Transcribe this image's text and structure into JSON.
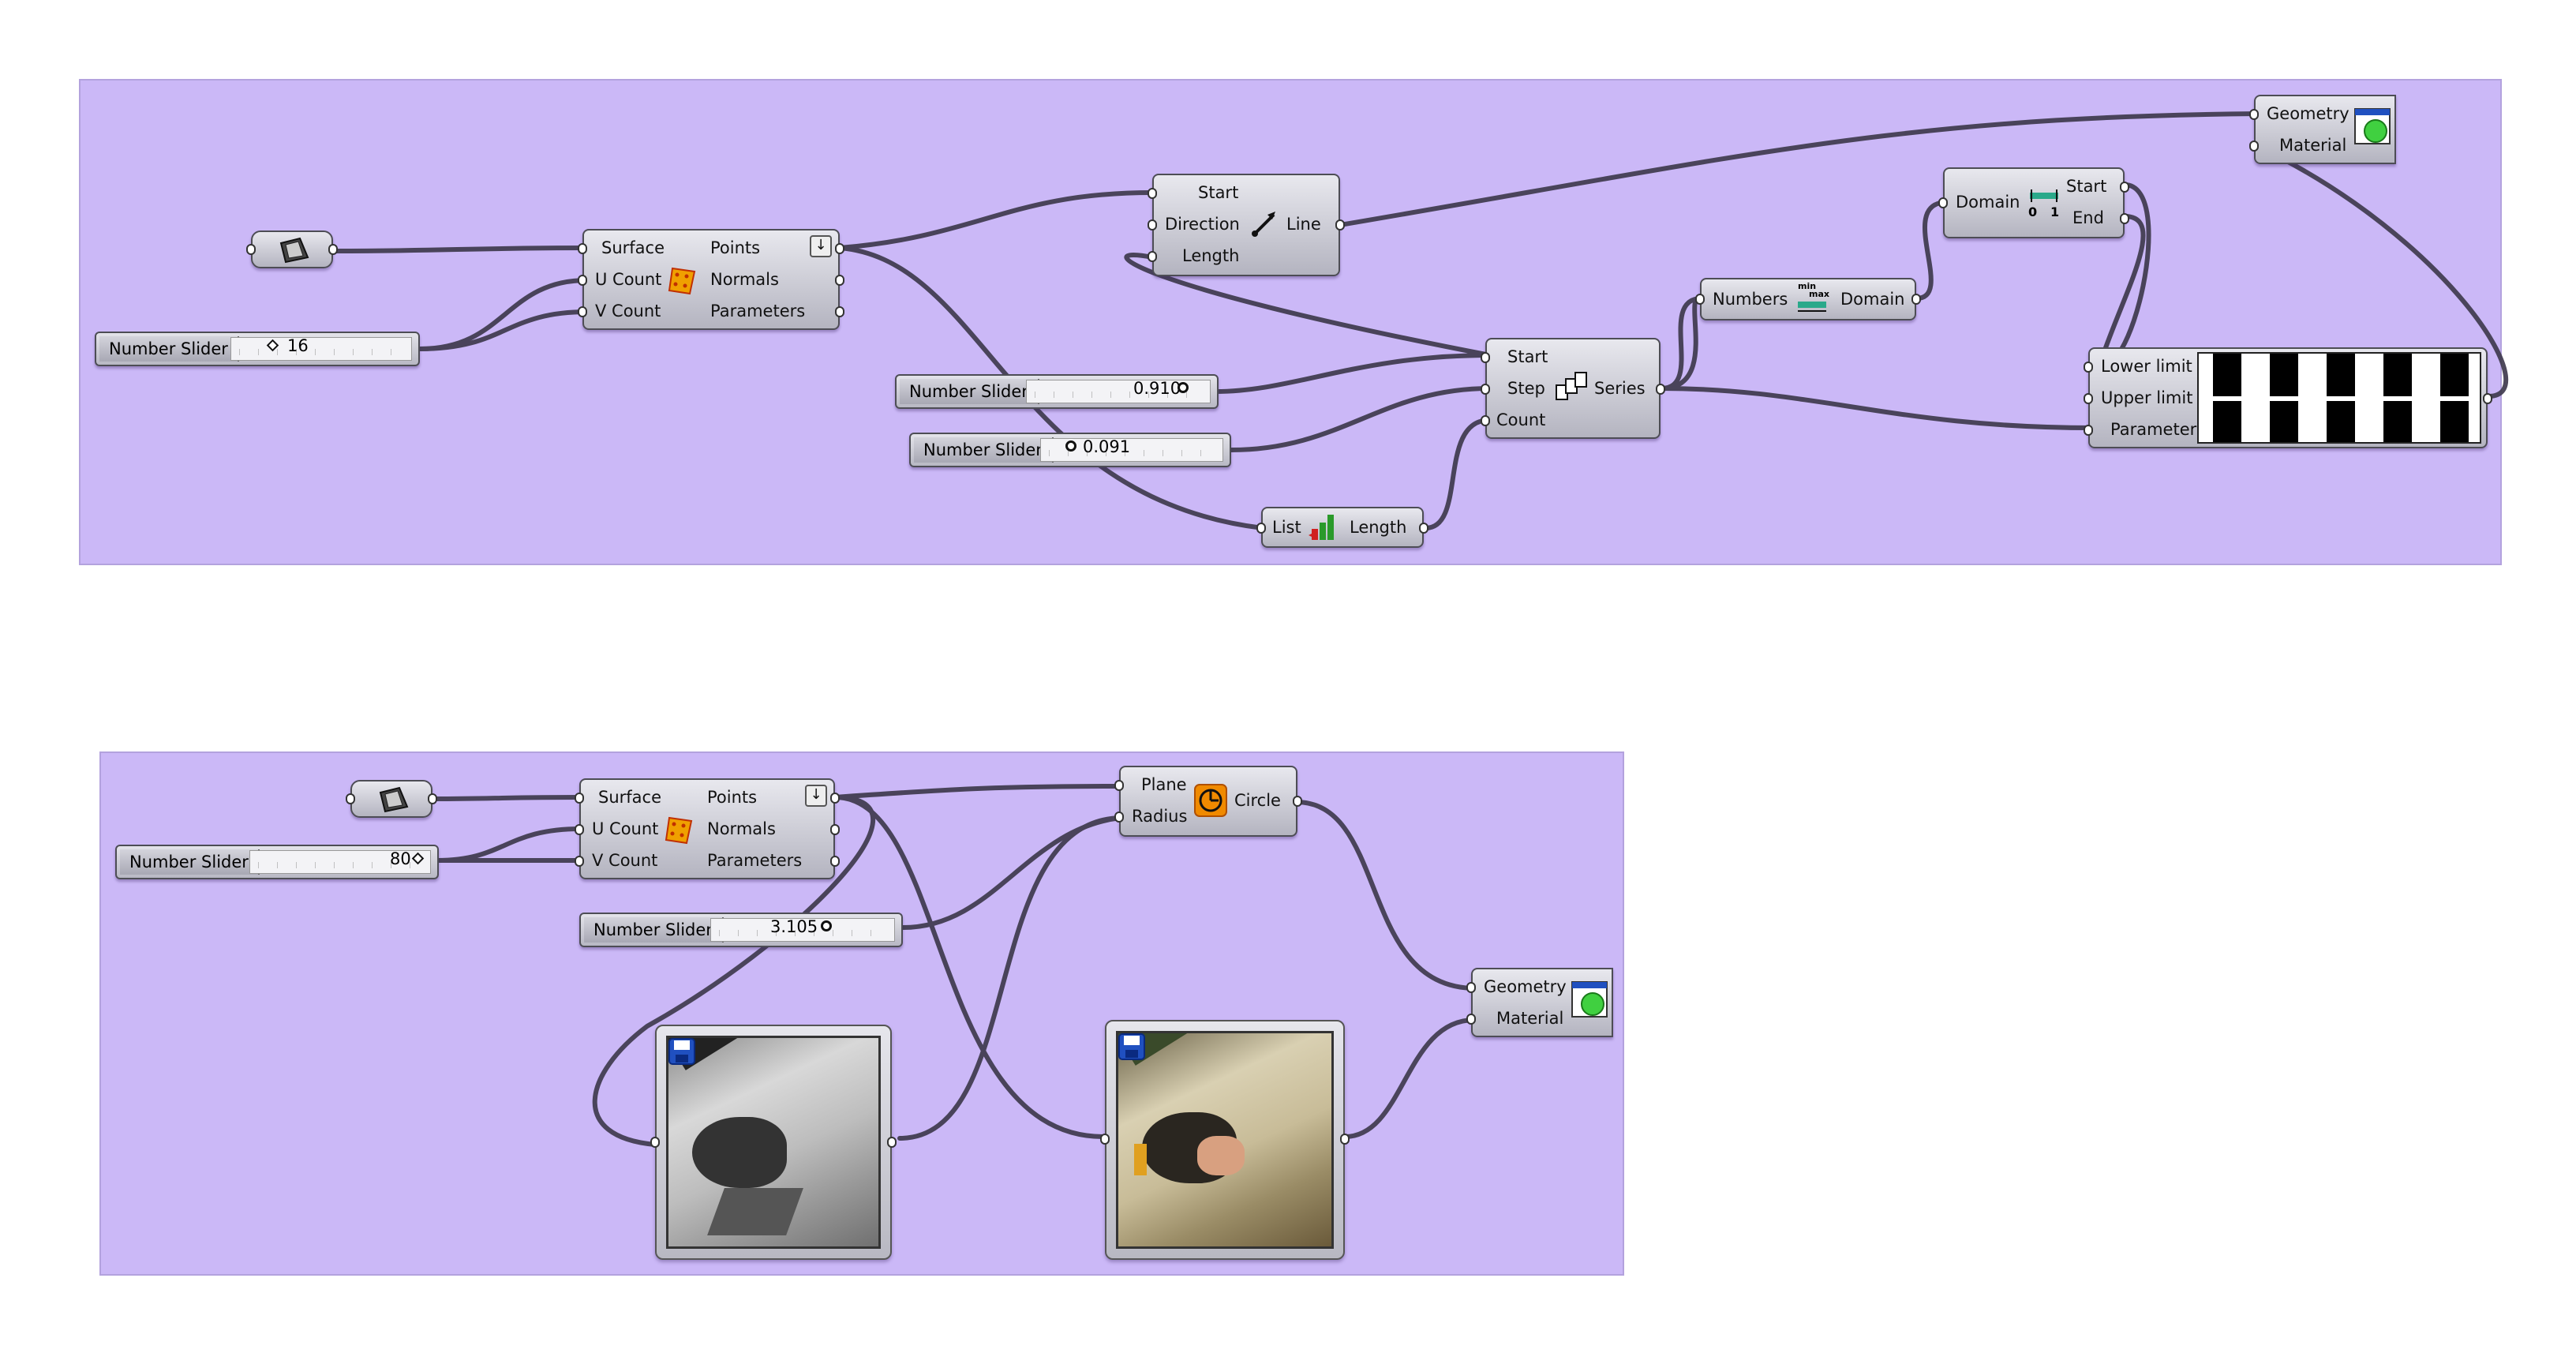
{
  "canvas": {
    "background": "#ffffff",
    "group_color": "#cbb8f7"
  },
  "top": {
    "surface_param": {
      "icon": "surface-param-icon"
    },
    "divide": {
      "inputs": [
        "Surface",
        "U Count",
        "V Count"
      ],
      "outputs": [
        "Points",
        "Normals",
        "Parameters"
      ],
      "icon": "divide-surface-icon"
    },
    "slider_count": {
      "name": "Number Slider",
      "value": "16"
    },
    "line": {
      "inputs": [
        "Start",
        "Direction",
        "Length"
      ],
      "output": "Line",
      "icon": "line-sdl-icon"
    },
    "slider_step": {
      "name": "Number Slider",
      "value": "0.910"
    },
    "slider_start": {
      "name": "Number Slider",
      "value": "0.091"
    },
    "list_length": {
      "input": "List",
      "output": "Length",
      "icon": "list-length-icon"
    },
    "series": {
      "inputs": [
        "Start",
        "Step",
        "Count"
      ],
      "output": "Series",
      "icon": "series-icon"
    },
    "bounds": {
      "input": "Numbers",
      "output": "Domain",
      "icon": "bounds-icon"
    },
    "deconstruct": {
      "input": "Domain",
      "outputs": [
        "Start",
        "End"
      ],
      "icon": "deconstruct-domain-icon"
    },
    "gradient": {
      "inputs": [
        "Lower limit",
        "Upper limit",
        "Parameter"
      ],
      "icon": "gradient-icon"
    },
    "preview": {
      "inputs": [
        "Geometry",
        "Material"
      ],
      "icon": "custom-preview-icon"
    }
  },
  "bottom": {
    "surface_param": {
      "icon": "surface-param-icon"
    },
    "divide": {
      "inputs": [
        "Surface",
        "U Count",
        "V Count"
      ],
      "outputs": [
        "Points",
        "Normals",
        "Parameters"
      ],
      "icon": "divide-surface-icon"
    },
    "slider_count": {
      "name": "Number Slider",
      "value": "80"
    },
    "slider_radius": {
      "name": "Number Slider",
      "value": "3.105"
    },
    "circle": {
      "inputs": [
        "Plane",
        "Radius"
      ],
      "output": "Circle",
      "icon": "circle-icon"
    },
    "preview": {
      "inputs": [
        "Geometry",
        "Material"
      ],
      "icon": "custom-preview-icon"
    },
    "image_grey": {
      "icon": "save-image-icon"
    },
    "image_color": {
      "icon": "save-image-icon"
    }
  }
}
